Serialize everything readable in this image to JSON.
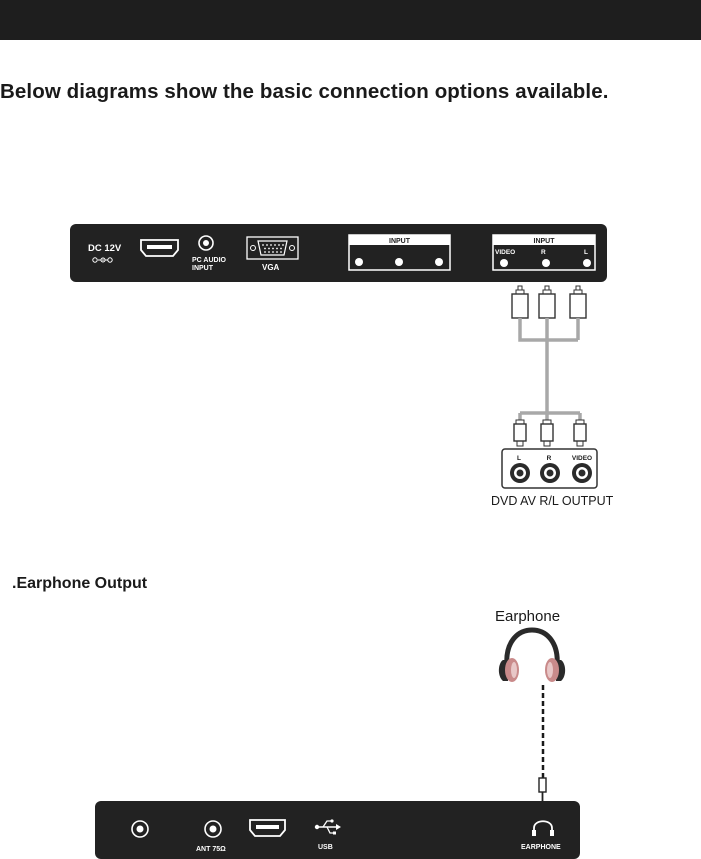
{
  "heading": "Below diagrams show the basic connection options available.",
  "tv_panel_top": {
    "dc_label": "DC 12V",
    "pc_audio_line1": "PC AUDIO",
    "pc_audio_line2": "INPUT",
    "vga_label": "VGA",
    "input_group_1": {
      "title": "INPUT"
    },
    "input_group_2": {
      "title": "INPUT",
      "video": "VIDEO",
      "r": "R",
      "l": "L"
    }
  },
  "dvd_device": {
    "l": "L",
    "r": "R",
    "video": "VIDEO",
    "caption": "DVD  AV R/L OUTPUT"
  },
  "section_title": ".Earphone Output",
  "earphone_label": "Earphone",
  "tv_panel_bottom": {
    "ant_label": "ANT 75Ω",
    "usb_label": "USB",
    "earphone_port_label": "EARPHONE"
  },
  "colors": {
    "top_bar": "#1e1e1e",
    "panel": "#222222",
    "cable": "#a8a8a8",
    "headphone_cushion": "#c98a8a"
  },
  "icons": [
    "dc-polarity-icon",
    "hdmi-port-icon",
    "vga-port-icon",
    "usb-icon",
    "headphone-icon",
    "headphone-port-icon"
  ]
}
